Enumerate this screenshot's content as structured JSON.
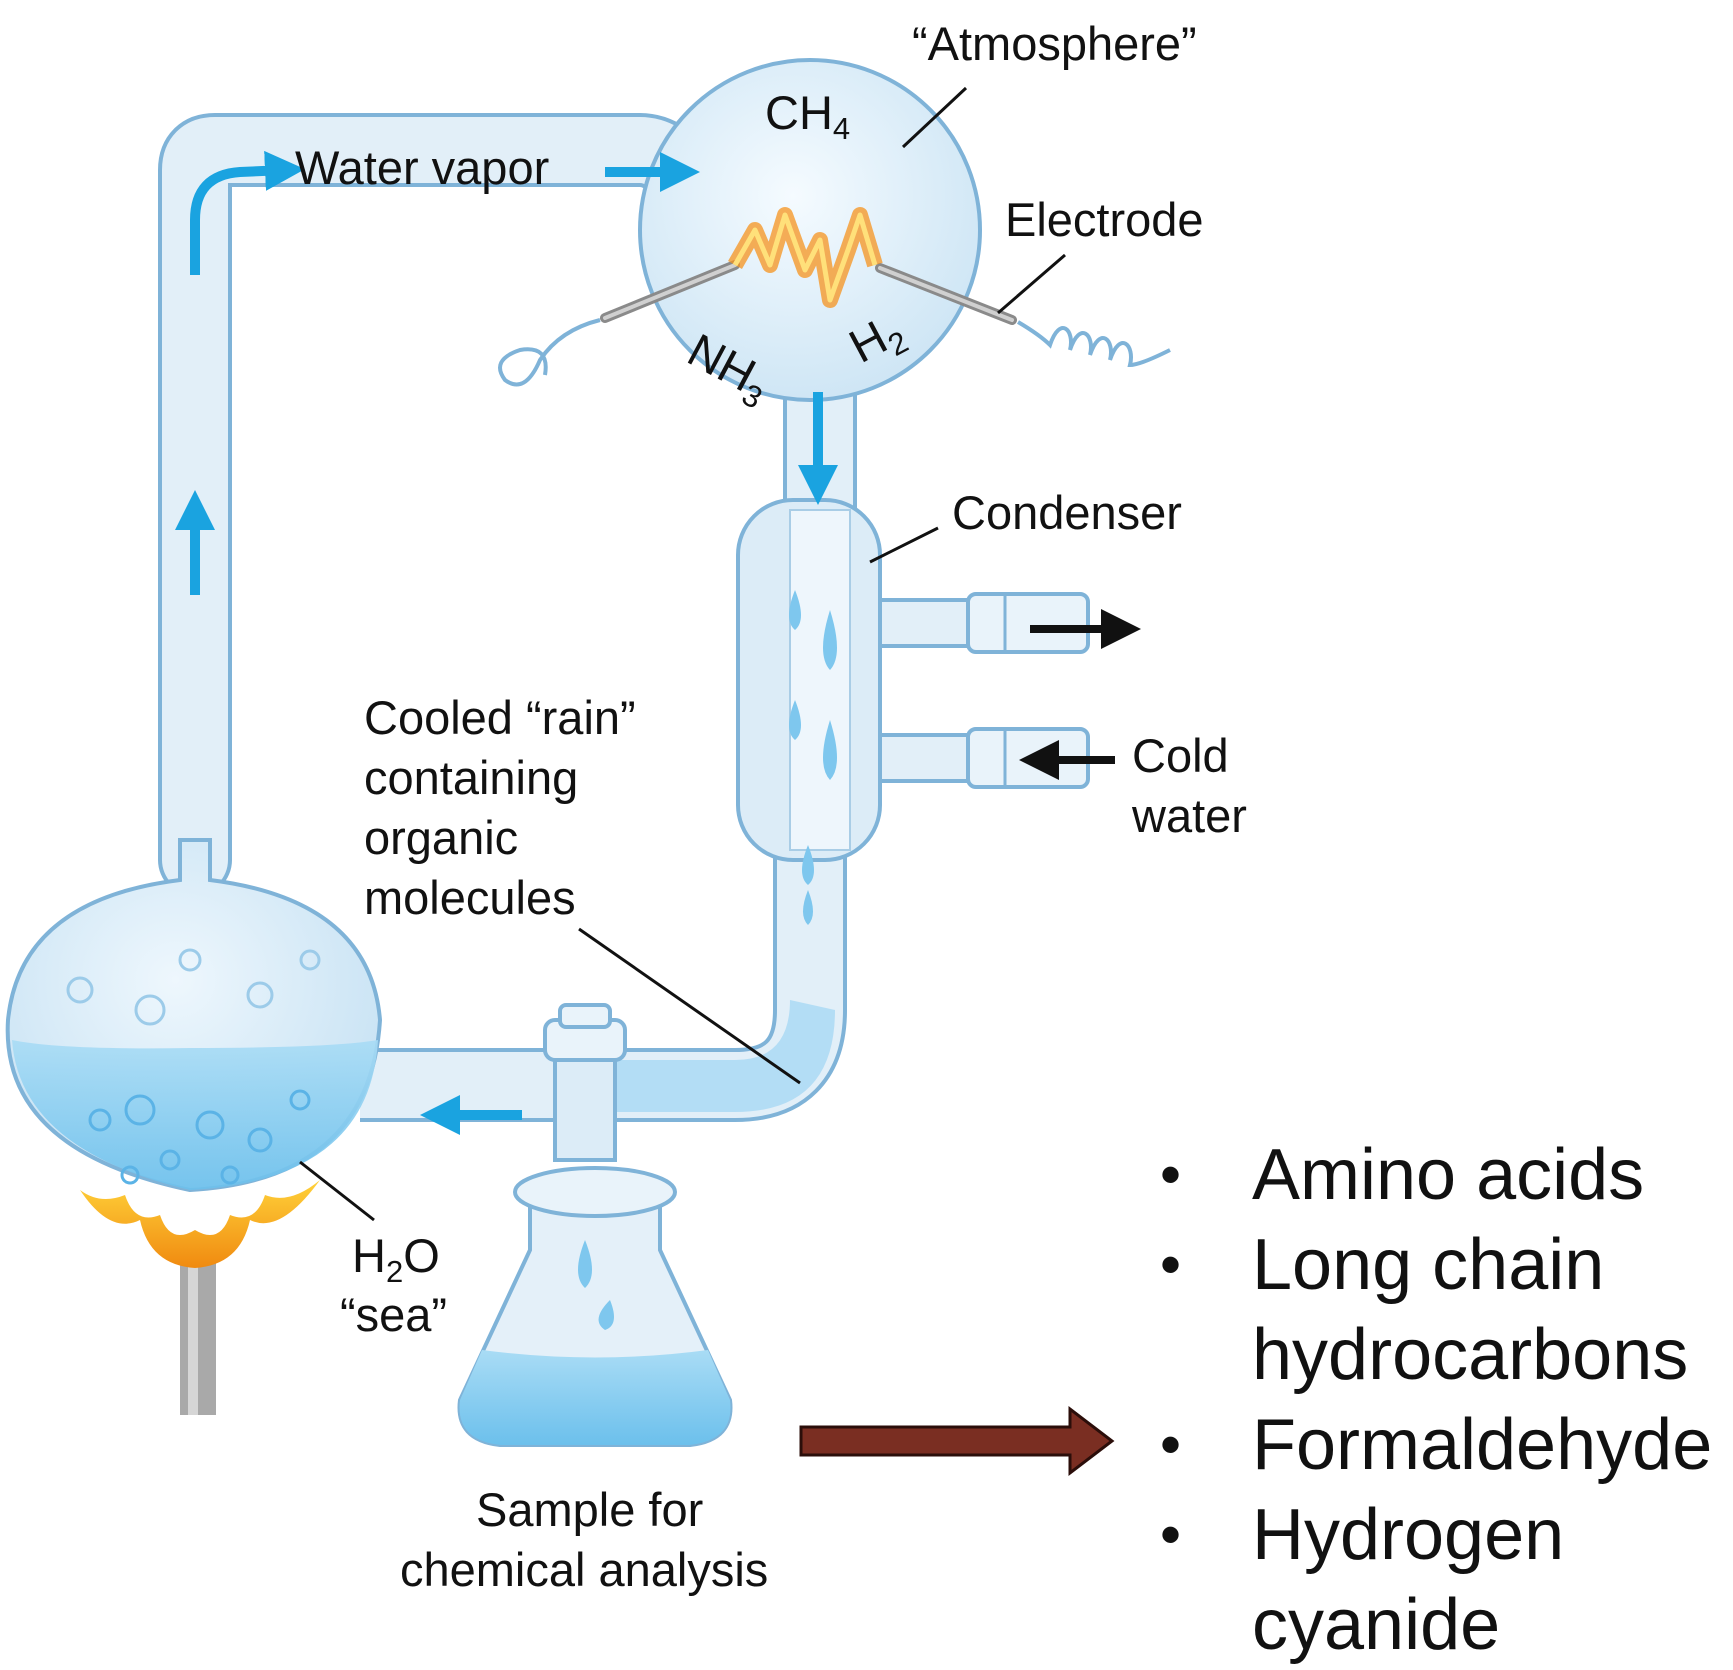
{
  "labels": {
    "atmosphere": "“Atmosphere”",
    "water_vapor": "Water vapor",
    "electrode": "Electrode",
    "condenser": "Condenser",
    "cold_water_line1": "Cold",
    "cold_water_line2": "water",
    "rain_line1": "Cooled “rain”",
    "rain_line2": "containing",
    "rain_line3": "organic",
    "rain_line4": "molecules",
    "sea_line2": "“sea”",
    "sample_line1": "Sample for",
    "sample_line2": "chemical analysis"
  },
  "chemicals": {
    "ch4": {
      "base": "CH",
      "sub": "4"
    },
    "nh3": {
      "base": "NH",
      "sub": "3"
    },
    "h2": {
      "base": "H",
      "sub": "2"
    },
    "h2o": {
      "base": "H",
      "sub": "2",
      "tail": "O"
    }
  },
  "products": [
    "Amino acids",
    "Long chain hydrocarbons",
    "Formaldehyde",
    "Hydrogen cyanide"
  ],
  "colors": {
    "glass": "#dcecf7",
    "glass_edge": "#7fb3d8",
    "water": "#8fd0f2",
    "flow_arrow": "#1aa3e0",
    "result_arrow": "#7a2e22",
    "flame": "#f7a21b"
  }
}
